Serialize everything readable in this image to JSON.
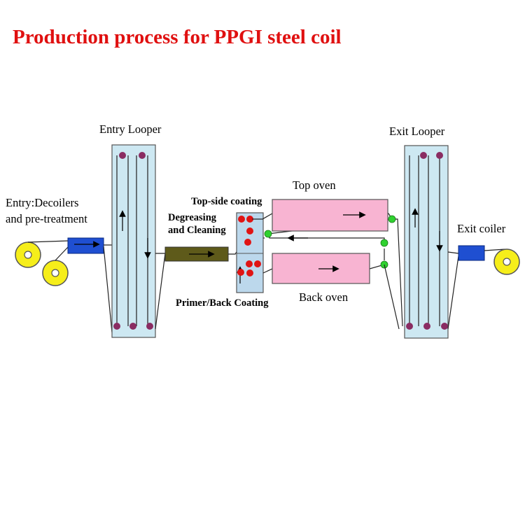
{
  "title": "Production process for PPGI steel coil",
  "labels": {
    "entry_line1": "Entry:Decoilers",
    "entry_line2": "and pre-treatment",
    "entry_looper": "Entry Looper",
    "degreasing_line1": "Degreasing",
    "degreasing_line2": "and Cleaning",
    "top_coating": "Top-side coating",
    "primer_back": "Primer/Back Coating",
    "top_oven": "Top oven",
    "back_oven": "Back oven",
    "exit_looper": "Exit Looper",
    "exit_coiler": "Exit coiler"
  },
  "colors": {
    "title": "#e01010",
    "looper_fill": "#cde8f2",
    "coater_fill": "#bcd8ec",
    "oven_fill": "#f8b4d2",
    "blue_box": "#1f4fd1",
    "cleaning_box": "#5e5a1a",
    "coil": "#f6ee1a",
    "red_roll": "#e01414",
    "green_roll": "#2fd12f",
    "looper_roll": "#8a2c62"
  }
}
